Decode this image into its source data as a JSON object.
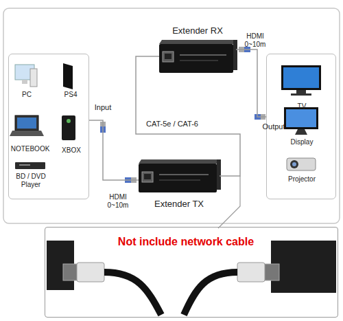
{
  "diagram": {
    "nodes": [
      {
        "text": [
          "PC",
          "PS4",
          "NOTEBOOK",
          "XBOX",
          "BD / DVD Player"
        ]
      },
      {
        "text": [
          "Extender RX"
        ]
      },
      {
        "text": [
          "Extender TX"
        ]
      },
      {
        "text": [
          "TV",
          "Display",
          "Projector"
        ]
      },
      {
        "text": [
          "Not include network cable"
        ]
      }
    ],
    "edges": [
      {
        "from": 0,
        "to": 2,
        "label": "Input",
        "arrow": "none"
      },
      {
        "from": 2,
        "to": 1,
        "label": "CAT-5e / CAT-6",
        "arrow": "none"
      },
      {
        "from": 1,
        "to": 3,
        "label": "Output",
        "arrow": "none"
      }
    ],
    "labels": [
      "HDMI 0~10m",
      "HDMI 0~10m"
    ]
  }
}
